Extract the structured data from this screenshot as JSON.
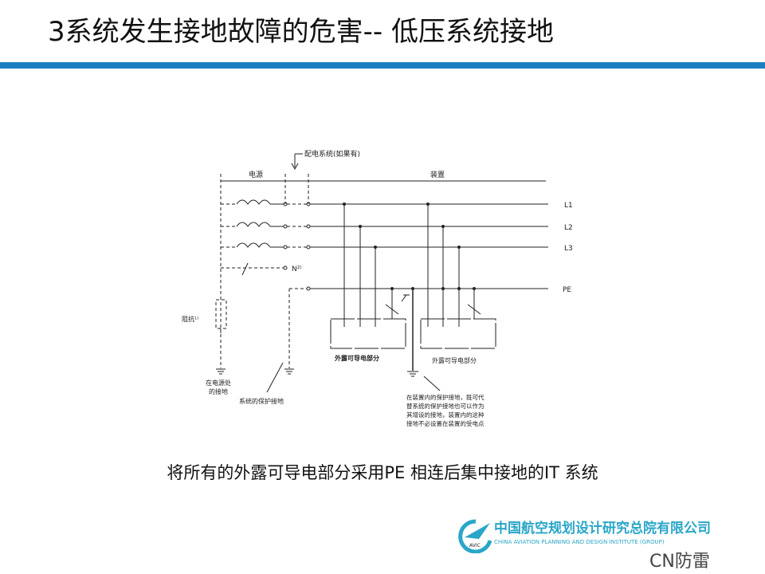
{
  "slide": {
    "title": "3系统发生接地故障的危害-- 低压系统接地",
    "caption": "将所有的外露可导电部分采用PE 相连后集中接地的IT 系统",
    "accent": "#1c7fc0"
  },
  "diagram": {
    "distribution_label": "配电系统(如果有)",
    "source_label": "电源",
    "installation_label": "装置",
    "lines": [
      "L1",
      "L2",
      "L3"
    ],
    "neutral_label": "N²⁾",
    "pe_label": "PE",
    "impedance_label": "阻抗¹⁾",
    "source_earth_label": [
      "在电源处",
      "的接地"
    ],
    "system_earth_label": "系统的保护接地",
    "exposed_part_1": "外露可导电部分",
    "exposed_part_2": "外露可导电部分",
    "note": [
      "在装置内的保护接地，既可代",
      "替系统的保护接地也可以作为",
      "其增设的接地，装置内的这种",
      "接地不必设置在装置的受电点"
    ]
  },
  "logo": {
    "cn": "中国航空规划设计研究总院有限公司",
    "en": "CHINA AVIATION PLANNING AND DESIGN INSTITUTE (GROUP)",
    "mark": "AVIC",
    "brand_color": "#2aa6c8"
  },
  "watermark": "CN防雷"
}
